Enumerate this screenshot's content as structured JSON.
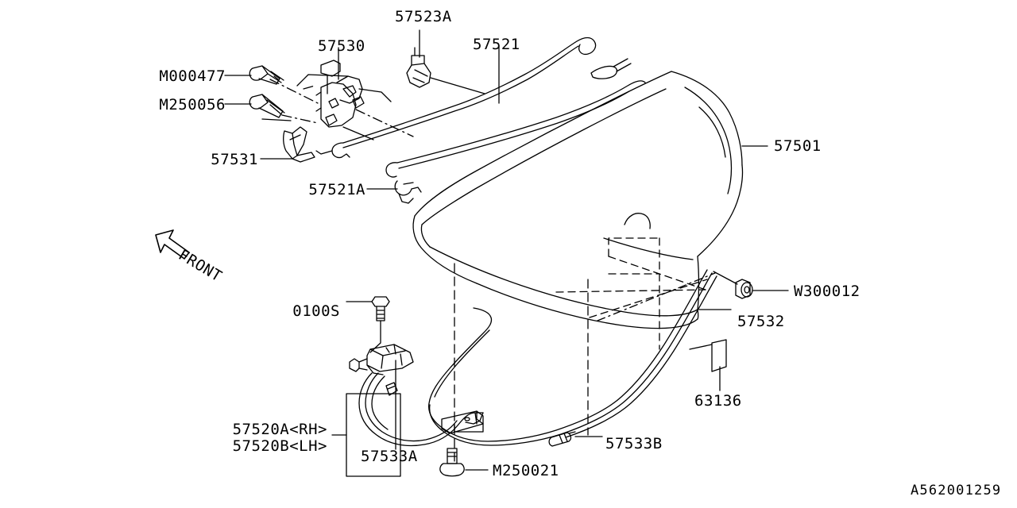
{
  "diagram": {
    "id_code": "A562001259",
    "orientation_marker": "FRONT",
    "background_color": "#ffffff",
    "line_color": "#000000",
    "type": "automotive-parts-exploded-diagram",
    "subject": "Trunk lid, lock, hinges and weatherstrip"
  },
  "labels": {
    "m000477": "M000477",
    "m250056": "M250056",
    "p57531": "57531",
    "p57530": "57530",
    "p57523a": "57523A",
    "p57521": "57521",
    "p57521a": "57521A",
    "p57501": "57501",
    "w300012": "W300012",
    "p57532": "57532",
    "p63136": "63136",
    "p0100s": "0100S",
    "p57520a": "57520A<RH>",
    "p57520b": "57520B<LH>",
    "p57533a": "57533A",
    "p57533b": "57533B",
    "m250021": "M250021"
  }
}
